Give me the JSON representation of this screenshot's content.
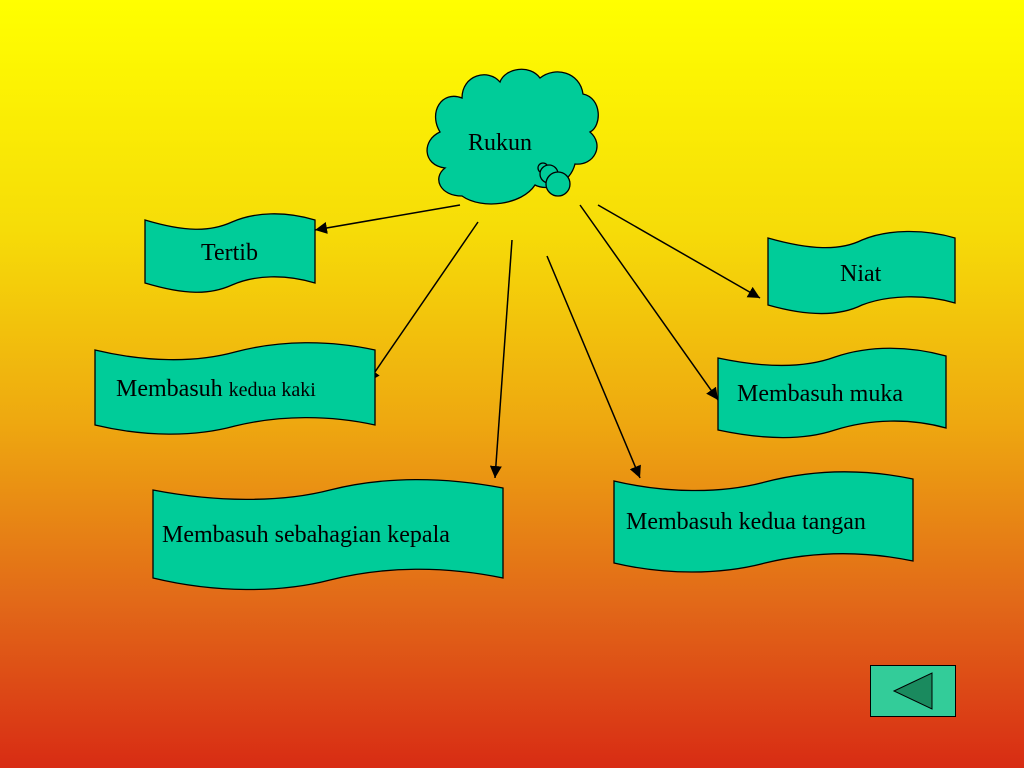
{
  "slide": {
    "center": {
      "label": "Rukun"
    },
    "banners": [
      {
        "id": "tertib",
        "label": "Tertib"
      },
      {
        "id": "niat",
        "label": "Niat"
      },
      {
        "id": "kaki",
        "label": "Membasuh",
        "label_small": "kedua kaki"
      },
      {
        "id": "muka",
        "label": "Membasuh muka"
      },
      {
        "id": "kepala",
        "label": "Membasuh sebahagian kepala"
      },
      {
        "id": "tangan",
        "label": "Membasuh kedua tangan"
      }
    ]
  },
  "colors": {
    "shape_fill": "#00cc99",
    "button_fill": "#33cc99",
    "triangle_fill": "#1a8a5e",
    "line": "#000000"
  },
  "nav": {
    "back_icon": "left-triangle-icon"
  }
}
